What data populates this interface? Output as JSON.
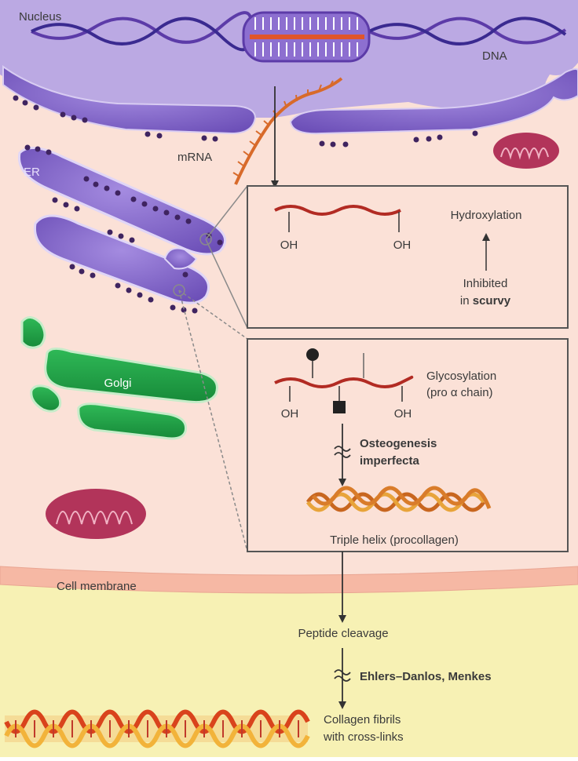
{
  "labels": {
    "nucleus": "Nucleus",
    "dna": "DNA",
    "mrna": "mRNA",
    "er": "ER",
    "golgi": "Golgi",
    "cell_membrane": "Cell membrane"
  },
  "hydroxylation_box": {
    "oh_left": "OH",
    "oh_right": "OH",
    "title": "Hydroxylation",
    "inhibited_line1": "Inhibited",
    "inhibited_prefix": "in ",
    "inhibited_disease": "scurvy"
  },
  "glycosylation_box": {
    "oh_left": "OH",
    "oh_right": "OH",
    "title_line1": "Glycosylation",
    "title_line2": "(pro α chain)",
    "disease_line1": "Osteogenesis",
    "disease_line2": "imperfecta",
    "helix_label": "Triple helix (procollagen)"
  },
  "extracellular": {
    "peptide_cleavage": "Peptide cleavage",
    "disease": "Ehlers–Danlos, Menkes",
    "fibrils_line1": "Collagen fibrils",
    "fibrils_line2": "with cross-links"
  },
  "colors": {
    "nucleus": "#b8a6e2",
    "cytoplasm": "#fbe1d7",
    "extracellular": "#f7f1b4",
    "er": "#8266c7",
    "golgi": "#22a447",
    "mitochondria": "#b2345a",
    "collagen_chain": "#b22b23"
  }
}
